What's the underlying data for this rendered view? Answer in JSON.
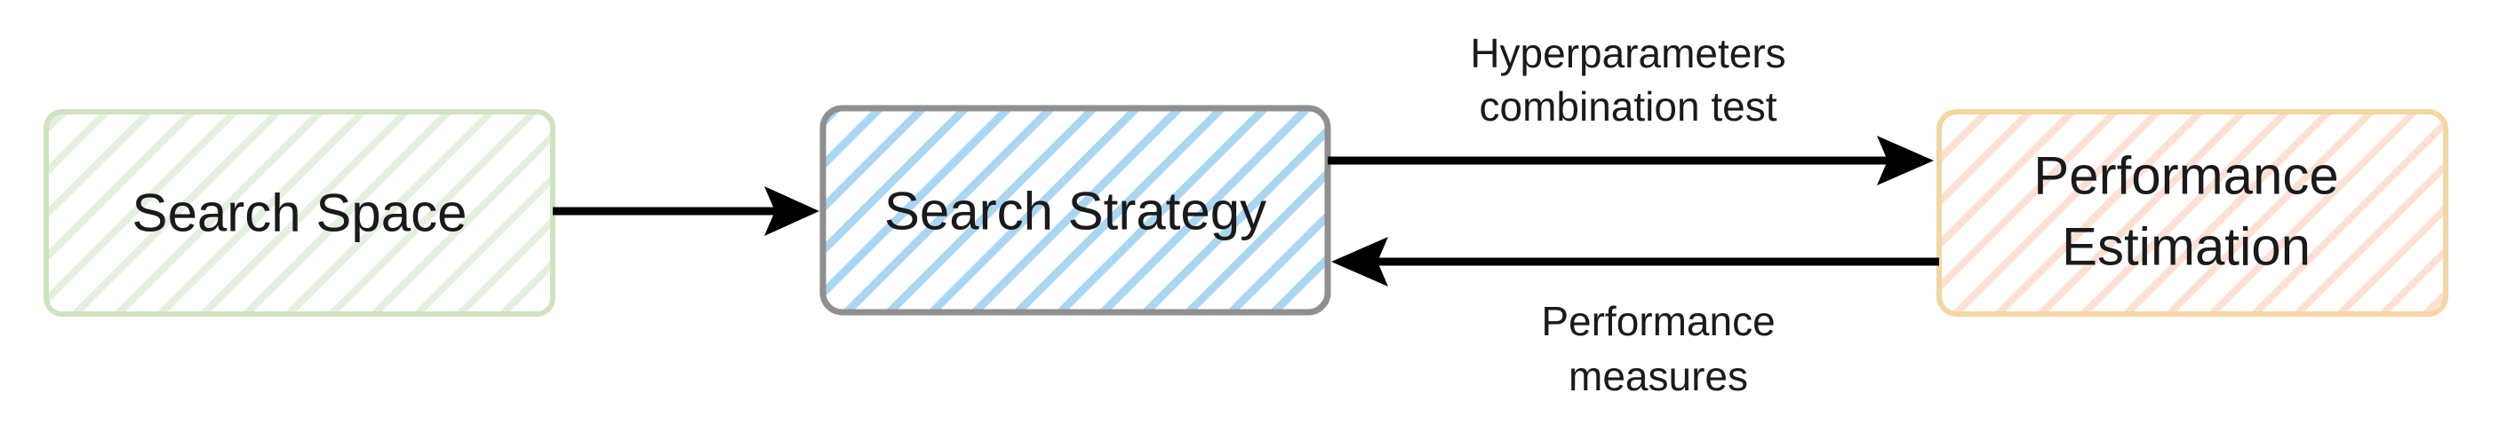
{
  "nodes": {
    "search_space": {
      "label": "Search Space",
      "fill": "#e3f0dc",
      "stroke": "#cfe3c1"
    },
    "search_strategy": {
      "label": "Search Strategy",
      "fill": "#a9d6f2",
      "stroke": "#8f8f8f"
    },
    "performance_estimation": {
      "label_lines": [
        "Performance",
        "Estimation"
      ],
      "fill": "#fde0d2",
      "stroke": "#f3d6a1"
    }
  },
  "edges": {
    "space_to_strategy": {},
    "strategy_to_estimation": {
      "label_lines": [
        "Hyperparameters",
        "combination test"
      ]
    },
    "estimation_to_strategy": {
      "label_lines": [
        "Performance",
        "measures"
      ]
    }
  },
  "colors": {
    "arrow": "#000000",
    "text": "#1a1a1a"
  }
}
